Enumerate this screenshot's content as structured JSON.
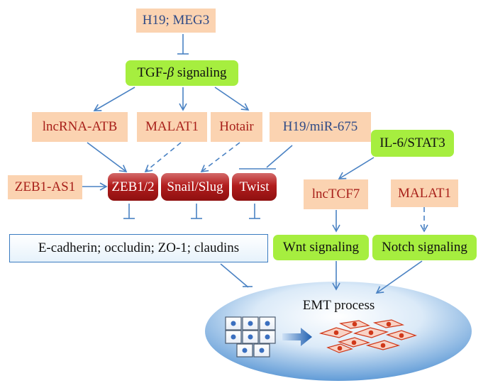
{
  "diagram": {
    "nodes": {
      "h19_meg3": "H19; MEG3",
      "tgf": "TGF-",
      "tgf_beta": "β",
      "tgf_tail": " signaling",
      "lncrna_atb": "lncRNA-ATB",
      "malat1_top": "MALAT1",
      "hotair": "Hotair",
      "h19_mir675": "H19/miR-675",
      "il6_stat3": "IL-6/STAT3",
      "zeb1_as1": "ZEB1-AS1",
      "zeb12": "ZEB1/2",
      "snail_slug": "Snail/Slug",
      "twist": "Twist",
      "lnctcf7": "lncTCF7",
      "malat1_right": "MALAT1",
      "e_cadherin": "E-cadherin; occludin; ZO-1; claudins",
      "wnt": "Wnt signaling",
      "notch": "Notch signaling",
      "emt": "EMT process"
    },
    "colors": {
      "arrow": "#4a82c3",
      "peach": "#fbd3b1",
      "green": "#a6ee3f",
      "red_pill": "#b21d1d",
      "ellipse": "#5e9fd8"
    }
  }
}
